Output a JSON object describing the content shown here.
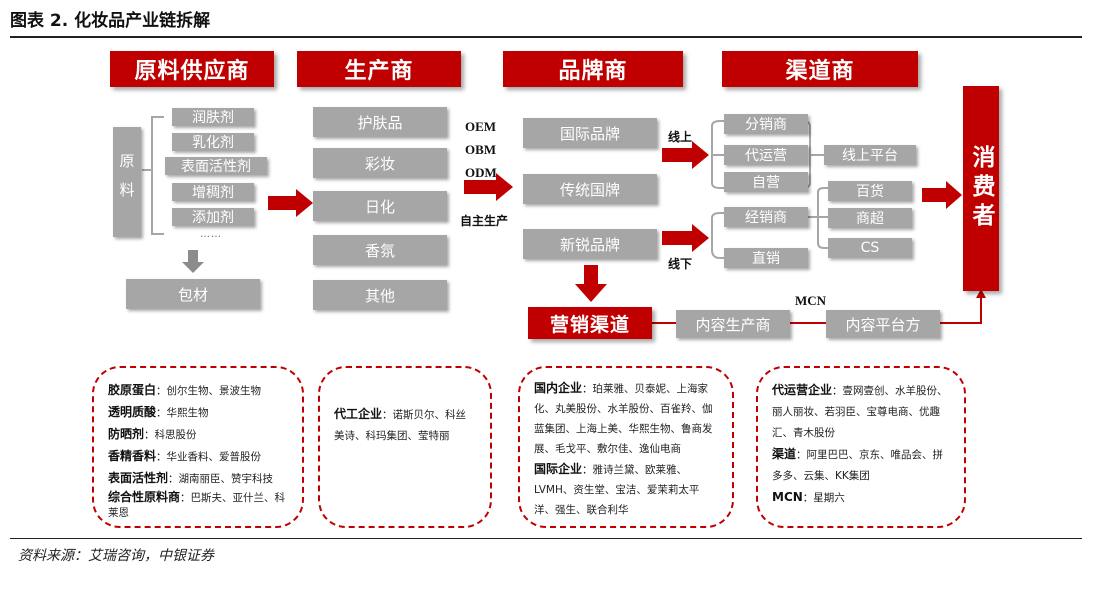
{
  "title": "图表 2. 化妆品产业链拆解",
  "headers": {
    "supplier": "原料供应商",
    "producer": "生产商",
    "brand": "品牌商",
    "channel": "渠道商"
  },
  "materials": {
    "group_label": "原料",
    "items": [
      "润肤剂",
      "乳化剂",
      "表面活性剂",
      "增稠剂",
      "添加剂"
    ],
    "ellipsis": "……",
    "packaging": "包材"
  },
  "producers": [
    "护肤品",
    "彩妆",
    "日化",
    "香氛",
    "其他"
  ],
  "modes": {
    "oem": "OEM",
    "obm": "OBM",
    "odm": "ODM",
    "own": "自主生产"
  },
  "brands": [
    "国际品牌",
    "传统国牌",
    "新锐品牌"
  ],
  "channel_labels": {
    "online": "线上",
    "offline": "线下"
  },
  "online_channels": [
    "分销商",
    "代运营",
    "自营"
  ],
  "online_platform": "线上平台",
  "offline_channels": [
    "经销商",
    "直销"
  ],
  "offline_stores": [
    "百货",
    "商超",
    "CS"
  ],
  "consumer": "消费者",
  "marketing": {
    "channel": "营销渠道",
    "content_producer": "内容生产商",
    "mcn": "MCN",
    "content_platform": "内容平台方"
  },
  "detail_boxes": {
    "supplier": [
      {
        "label": "胶原蛋白",
        "text": "：创尔生物、景波生物"
      },
      {
        "label": "透明质酸",
        "text": "：华熙生物"
      },
      {
        "label": "防晒剂",
        "text": "：科思股份"
      },
      {
        "label": "香精香料",
        "text": "：华业香料、爱普股份"
      },
      {
        "label": "表面活性剂",
        "text": "：湖南丽臣、赞宇科技"
      },
      {
        "label": "综合性原料商",
        "text": "：巴斯夫、亚什兰、科莱恩"
      }
    ],
    "producer": [
      {
        "label": "代工企业",
        "text": "：诺斯贝尔、科丝美诗、科玛集团、莹特丽"
      }
    ],
    "brand": [
      {
        "label": "国内企业",
        "text": "：珀莱雅、贝泰妮、上海家化、丸美股份、水羊股份、百雀羚、伽蓝集团、上海上美、华熙生物、鲁商发展、毛戈平、敷尔佳、逸仙电商"
      },
      {
        "label": "国际企业",
        "text": "：雅诗兰黛、欧莱雅、LVMH、资生堂、宝洁、爱茉莉太平洋、强生、联合利华"
      }
    ],
    "channel": [
      {
        "label": "代运营企业",
        "text": "：壹网壹创、水羊股份、丽人丽妆、若羽臣、宝尊电商、优趣汇、青木股份"
      },
      {
        "label": "渠道",
        "text": "：阿里巴巴、京东、唯品会、拼多多、云集、KK集团"
      },
      {
        "label": "MCN",
        "text": "：星期六"
      }
    ]
  },
  "source": "资料来源：艾瑞咨询，中银证券"
}
